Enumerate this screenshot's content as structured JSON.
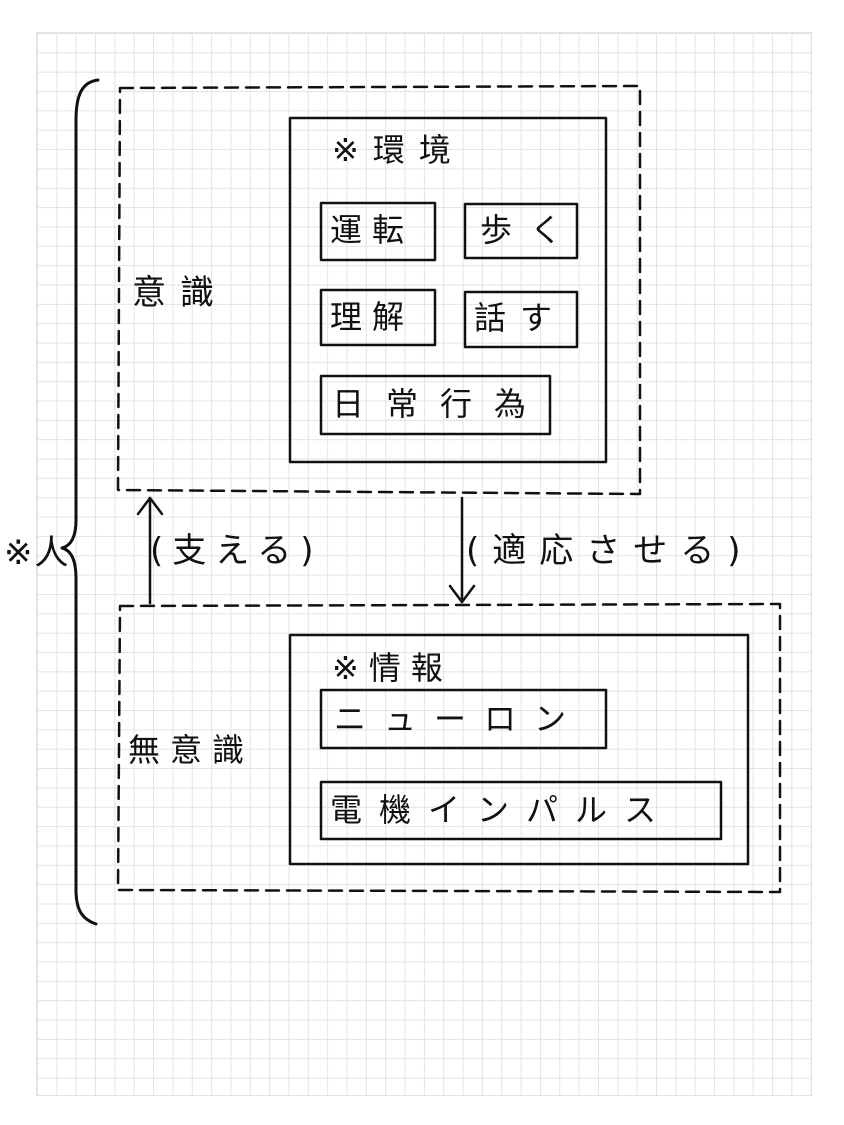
{
  "person_label": "※人",
  "conscious": {
    "label": "意識",
    "environment": {
      "title": "※環境",
      "items": [
        "運転",
        "歩く",
        "理解",
        "話す",
        "日常行為"
      ]
    }
  },
  "arrows": {
    "support_label": "(支える)",
    "adapt_label": "(適応させる)"
  },
  "unconscious": {
    "label": "無意識",
    "information": {
      "title": "※情報",
      "items": [
        "ニューロン",
        "電機インパルス"
      ]
    }
  }
}
